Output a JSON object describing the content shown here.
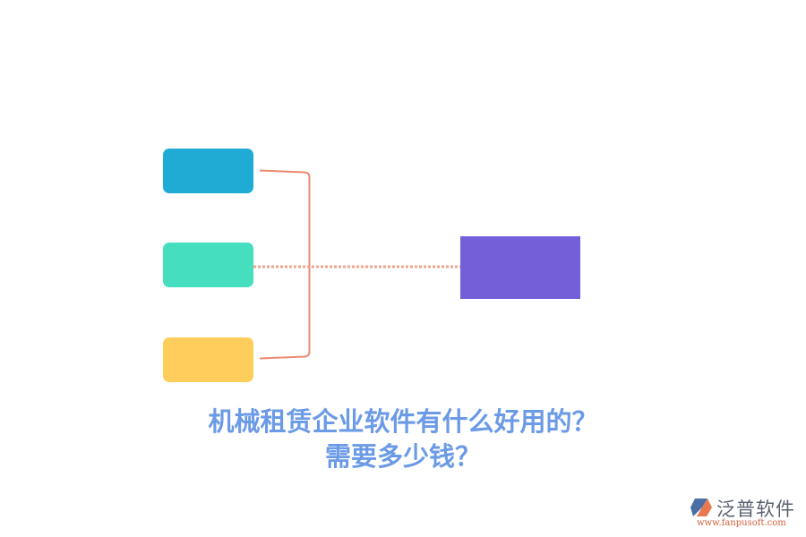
{
  "colors": {
    "node_blue": "#1fabd3",
    "node_teal": "#45dfbf",
    "node_yellow": "#ffcd5b",
    "node_purple": "#755fd8",
    "connector": "#ec8a72",
    "title": "#6b9ae6",
    "logo_text": "#5a6170",
    "logo_url": "#d0603a"
  },
  "diagram": {
    "left_nodes": [
      {
        "id": "blue",
        "label": ""
      },
      {
        "id": "teal",
        "label": ""
      },
      {
        "id": "yellow",
        "label": ""
      }
    ],
    "right_node": {
      "id": "purple",
      "label": ""
    },
    "connector_style": "bracket with dotted line to target"
  },
  "title": {
    "line1": "机械租赁企业软件有什么好用的？",
    "line2": "需要多少钱？"
  },
  "watermark": {
    "name": "泛普软件",
    "url": "www.fanpusoft.com"
  }
}
